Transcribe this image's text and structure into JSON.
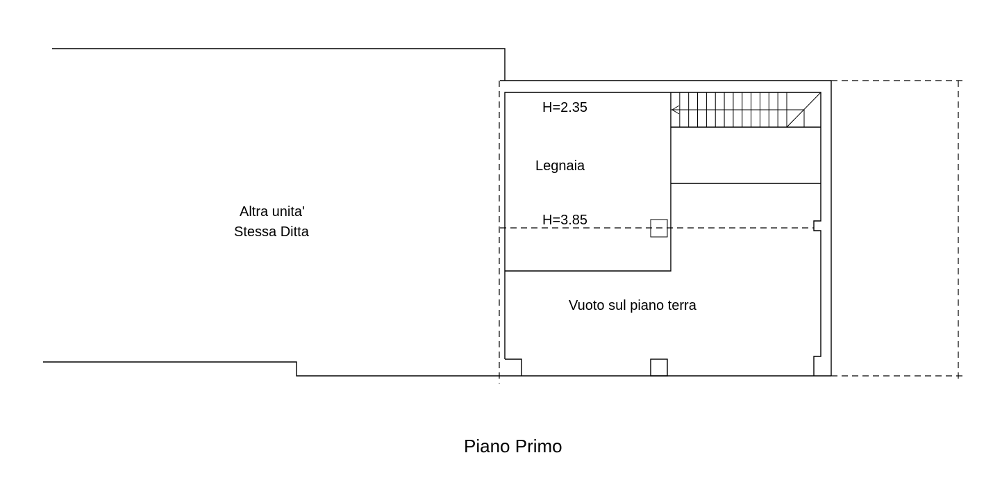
{
  "drawing": {
    "title": "Piano Primo",
    "labels": {
      "neighbour_line1": "Altra unita'",
      "neighbour_line2": "Stessa Ditta",
      "room_legnaia": "Legnaia",
      "height_upper": "H=2.35",
      "height_lower": "H=3.85",
      "void": "Vuoto sul piano terra"
    },
    "stair_treads": 13,
    "line_color": "#000000"
  }
}
